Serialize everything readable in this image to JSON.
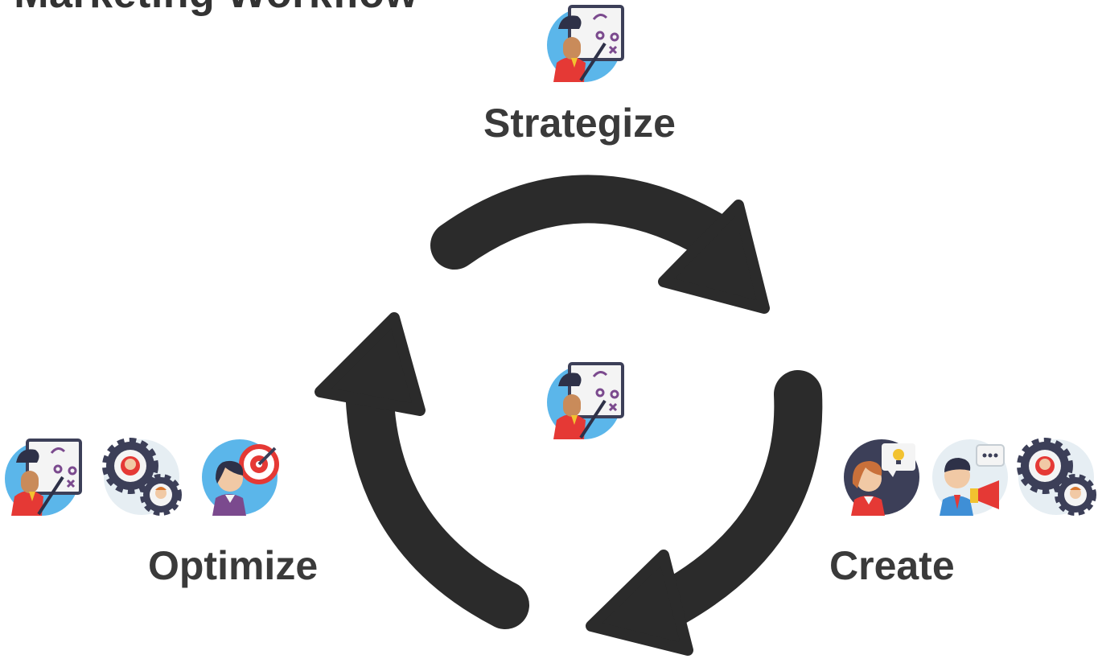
{
  "title": "n Marketing Workflow",
  "stages": {
    "strategize": {
      "label": "Strategize",
      "icons": [
        "strategist-whiteboard-icon"
      ]
    },
    "create": {
      "label": "Create",
      "icons": [
        "idea-woman-icon",
        "megaphone-man-icon",
        "gears-team-icon"
      ]
    },
    "optimize": {
      "label": "Optimize",
      "icons": [
        "strategist-whiteboard-icon",
        "gears-team-icon",
        "target-woman-icon"
      ]
    }
  },
  "center": {
    "icon": "strategist-whiteboard-icon"
  },
  "colors": {
    "arrow": "#2b2b2b",
    "text": "#3a3a3a",
    "avatar_bg_blue": "#5bb6ea",
    "avatar_bg_dark": "#3c3f58",
    "avatar_bg_light": "#e6eef3",
    "accent_red": "#e53935",
    "accent_purple": "#7b4a8e"
  }
}
